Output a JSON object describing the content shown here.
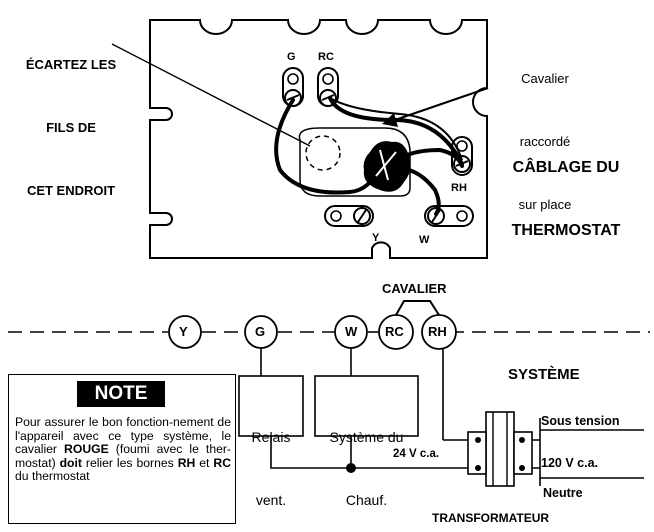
{
  "top": {
    "warning_lines": [
      "ÉCARTEZ LES",
      "FILS DE",
      "CET ENDROIT"
    ],
    "jumper_note_lines": [
      "Cavalier",
      "raccordé",
      "sur place"
    ],
    "title_lines": [
      "CÂBLAGE DU",
      "THERMOSTAT"
    ],
    "terminals": {
      "g": "G",
      "rc": "RC",
      "rh": "RH",
      "y": "Y",
      "w": "W"
    }
  },
  "schematic": {
    "jumper_label": "CAVALIER",
    "terminals": [
      "Y",
      "G",
      "W",
      "RC",
      "RH"
    ],
    "system_label": "SYSTÈME",
    "fan_relay": [
      "Relais",
      "vent."
    ],
    "heating_system": [
      "Système du",
      "Chauf."
    ],
    "low_voltage": "24 V c.a.",
    "live": "Sous tension",
    "line_voltage": "120 V c.a.",
    "neutral": "Neutre",
    "transformer": "TRANSFORMATEUR"
  },
  "note": {
    "title": "NOTE",
    "body_1": "Pour assurer le bon fonction-nement de l'appareil avec ce type système, le cavalier ",
    "body_red": "ROUGE",
    "body_2": " (foumi avec le ther-mostat) ",
    "body_must": "doit",
    "body_3": " relier les bornes ",
    "body_rh": "RH",
    "body_4": " et ",
    "body_rc": "RC",
    "body_5": " du thermostat"
  }
}
